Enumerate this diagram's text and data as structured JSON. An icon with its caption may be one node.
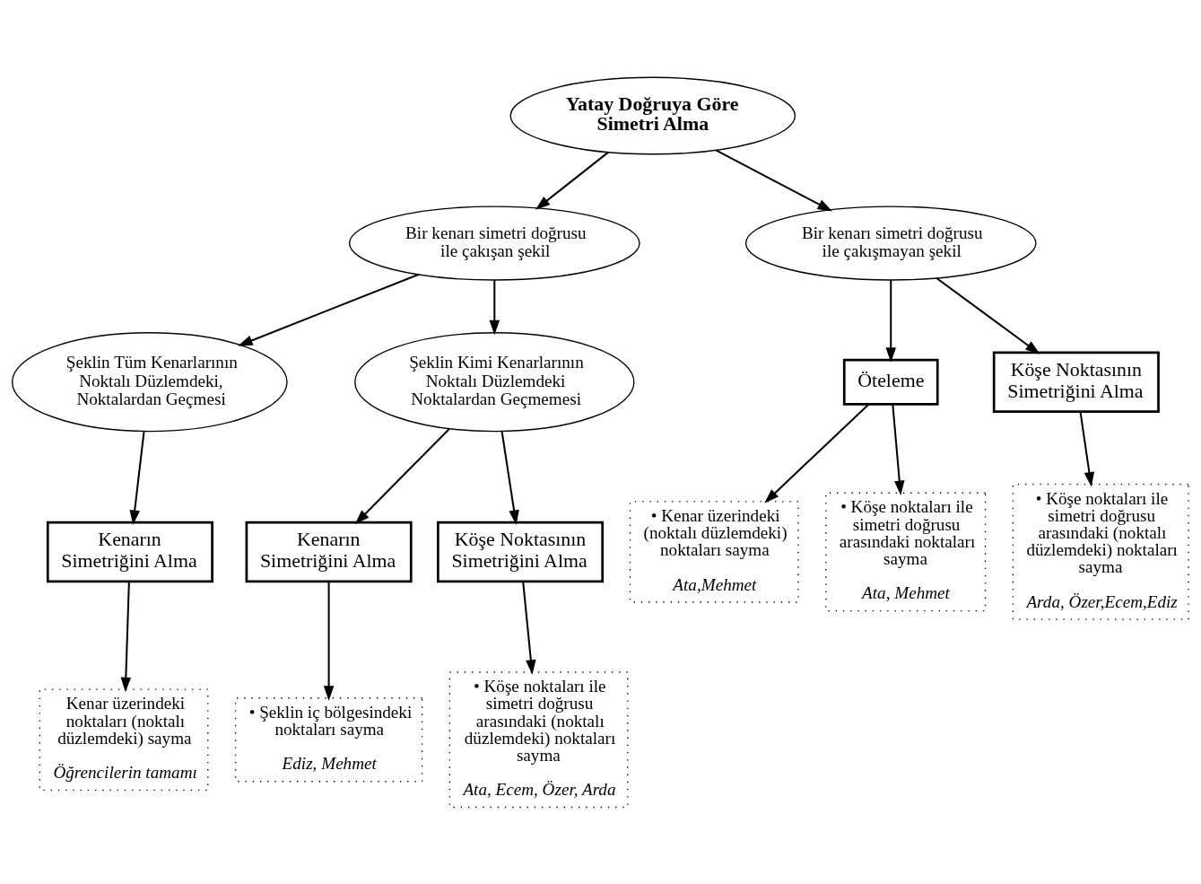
{
  "diagram": {
    "nodes": [
      {
        "text": [
          "Yatay Doğruya Göre Simetri Alma"
        ]
      },
      {
        "text": [
          "Bir kenarı simetri doğrusu ile çakışan şekil"
        ]
      },
      {
        "text": [
          "Bir kenarı simetri doğrusu ile çakışmayan şekil"
        ]
      },
      {
        "text": [
          "Şeklin Tüm Kenarlarının Noktalı Düzlemdeki, Noktalardan Geçmesi"
        ]
      },
      {
        "text": [
          "Şeklin Kimi Kenarlarının Noktalı Düzlemdeki Noktalardan Geçmemesi"
        ]
      },
      {
        "text": [
          "Öteleme"
        ]
      },
      {
        "text": [
          "Köşe Noktasının Simetriğini Alma"
        ]
      },
      {
        "text": [
          "Kenarın Simetriğini Alma"
        ]
      },
      {
        "text": [
          "Kenarın Simetriğini Alma"
        ]
      },
      {
        "text": [
          "Köşe Noktasının Simetriğini Alma"
        ]
      },
      {
        "text": [
          "Kenar üzerindeki noktaları (noktalı düzlemdeki) sayma",
          "Öğrencilerin tamamı"
        ]
      },
      {
        "text": [
          "• Şeklin iç bölgesindeki noktaları sayma",
          "Ediz, Mehmet"
        ]
      },
      {
        "text": [
          "• Köşe noktaları ile simetri doğrusu arasındaki (noktalı düzlemdeki) noktaları sayma",
          "Ata, Ecem, Özer, Arda"
        ]
      },
      {
        "text": [
          "• Kenar üzerindeki (noktalı düzlemdeki) noktaları sayma",
          "Ata,Mehmet"
        ]
      },
      {
        "text": [
          "• Köşe noktaları ile simetri doğrusu arasındaki (noktalı düzlemdeki) noktaları sayma",
          "Arda, Özer,Ecem,Ediz"
        ]
      },
      {
        "text": [
          "• Köşe noktaları ile simetri doğrusu arasındaki noktaları sayma",
          "Ata, Mehmet"
        ]
      }
    ],
    "edges": [
      {
        "from": 0,
        "to": 1,
        "arrow": "to"
      },
      {
        "from": 0,
        "to": 2,
        "arrow": "to"
      },
      {
        "from": 1,
        "to": 3,
        "arrow": "to"
      },
      {
        "from": 1,
        "to": 4,
        "arrow": "to"
      },
      {
        "from": 2,
        "to": 5,
        "arrow": "to"
      },
      {
        "from": 2,
        "to": 6,
        "arrow": "to"
      },
      {
        "from": 3,
        "to": 7,
        "arrow": "to"
      },
      {
        "from": 4,
        "to": 8,
        "arrow": "to"
      },
      {
        "from": 4,
        "to": 9,
        "arrow": "to"
      },
      {
        "from": 7,
        "to": 10,
        "arrow": "to"
      },
      {
        "from": 8,
        "to": 11,
        "arrow": "to"
      },
      {
        "from": 9,
        "to": 12,
        "arrow": "to"
      },
      {
        "from": 5,
        "to": 13,
        "arrow": "to"
      },
      {
        "from": 6,
        "to": 14,
        "arrow": "to"
      },
      {
        "from": 5,
        "to": 15,
        "arrow": "to"
      }
    ]
  }
}
